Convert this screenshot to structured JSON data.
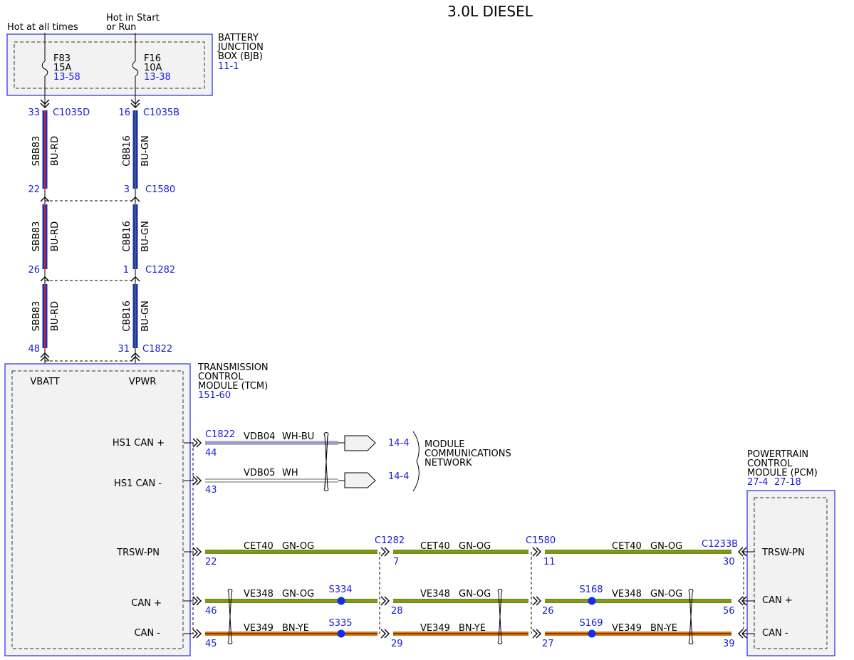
{
  "title": "3.0L DIESEL",
  "colors": {
    "ref_text": "#1a1adc",
    "box_border": "#3a3ae0",
    "box_fill": "#f2f2f2",
    "blue": "#1f2fb0",
    "red": "#c8283a",
    "green": "#5a9b1c",
    "orange": "#e07a10",
    "brown": "#7a3a10",
    "white_wire": "#ffffff",
    "splice": "#1030e8"
  },
  "power_sources": {
    "left": "Hot at all times",
    "right_line1": "Hot in Start",
    "right_line2": "or Run"
  },
  "bjb": {
    "name_line1": "BATTERY",
    "name_line2": "JUNCTION",
    "name_line3": "BOX (BJB)",
    "ref": "11-1",
    "fuse1": {
      "id": "F83",
      "rating": "15A",
      "ref": "13-58"
    },
    "fuse2": {
      "id": "F16",
      "rating": "10A",
      "ref": "13-38"
    }
  },
  "vertical_wires": {
    "left_circuit": "SBB83",
    "left_color": "BU-RD",
    "right_circuit": "CBB16",
    "right_color": "BU-GN"
  },
  "connectors": {
    "c1035d": {
      "name": "C1035D",
      "pin": "33"
    },
    "c1035b": {
      "name": "C1035B",
      "pin": "16"
    },
    "c1580v": {
      "name": "C1580",
      "pin_left": "22",
      "pin_right": "3"
    },
    "c1282v": {
      "name": "C1282",
      "pin_left": "26",
      "pin_right": "1"
    },
    "c1822v": {
      "name": "C1822",
      "pin_left": "48",
      "pin_right": "31"
    }
  },
  "tcm": {
    "name_line1": "TRANSMISSION",
    "name_line2": "CONTROL",
    "name_line3": "MODULE (TCM)",
    "ref": "151-60",
    "pin_vbatt": "VBATT",
    "pin_vpwr": "VPWR",
    "pin_hs1_plus": "HS1 CAN +",
    "pin_hs1_minus": "HS1 CAN -",
    "pin_trsw": "TRSW-PN",
    "pin_can_plus": "CAN +",
    "pin_can_minus": "CAN -"
  },
  "hs_can": {
    "connector": "C1822",
    "plus": {
      "pin": "44",
      "circuit": "VDB04",
      "color": "WH-BU",
      "ref": "14-4"
    },
    "minus": {
      "pin": "43",
      "circuit": "VDB05",
      "color": "WH",
      "ref": "14-4"
    },
    "network_line1": "MODULE",
    "network_line2": "COMMUNICATIONS",
    "network_line3": "NETWORK"
  },
  "pcm": {
    "name_line1": "POWERTRAIN",
    "name_line2": "CONTROL",
    "name_line3": "MODULE (PCM)",
    "ref1": "27-4",
    "ref2": "27-18",
    "pin_trsw": "TRSW-PN",
    "pin_can_plus": "CAN +",
    "pin_can_minus": "CAN -"
  },
  "trsw_row": {
    "circuit": "CET40",
    "color": "GN-OG",
    "c1282": "C1282",
    "c1580": "C1580",
    "c1233b": "C1233B",
    "pin_tcm": "22",
    "pin_c1282": "7",
    "pin_c1580": "11",
    "pin_pcm": "30"
  },
  "can_plus_row": {
    "circuit": "VE348",
    "color": "GN-OG",
    "splice1": "S334",
    "splice2": "S168",
    "pin_tcm": "46",
    "pin_c1282": "28",
    "pin_c1580": "26",
    "pin_pcm": "56"
  },
  "can_minus_row": {
    "circuit": "VE349",
    "color": "BN-YE",
    "splice1": "S335",
    "splice2": "S169",
    "pin_tcm": "45",
    "pin_c1282": "29",
    "pin_c1580": "27",
    "pin_pcm": "39"
  }
}
